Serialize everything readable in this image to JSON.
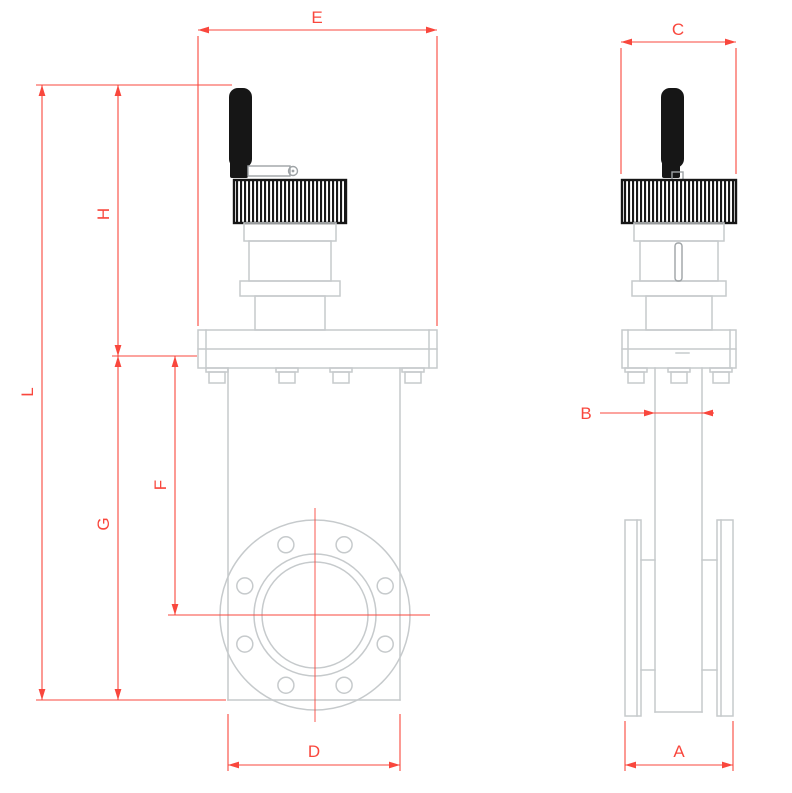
{
  "drawing": {
    "type": "gate-valve-dimension-drawing",
    "labels": {
      "A": "A",
      "B": "B",
      "C": "C",
      "D": "D",
      "E": "E",
      "F": "F",
      "G": "G",
      "H": "H",
      "L": "L"
    }
  },
  "colors": {
    "dimension": "#F9473D",
    "outline": "#C6CACC",
    "outline_dark": "#9EA3A6",
    "solid": "#161616",
    "background": "#FFFFFF"
  }
}
